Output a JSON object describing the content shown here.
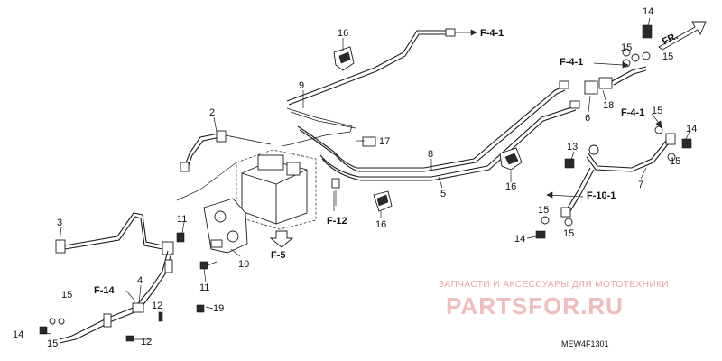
{
  "diagram": {
    "part_labels": {
      "p2": "2",
      "p3": "3",
      "p4": "4",
      "p5": "5",
      "p6": "6",
      "p7": "7",
      "p8": "8",
      "p9": "9",
      "p10": "10",
      "p11a": "11",
      "p11b": "11",
      "p12a": "12",
      "p12b": "12",
      "p13": "13",
      "p14a": "14",
      "p14b": "14",
      "p14c": "14",
      "p14d": "14",
      "p15a": "15",
      "p15b": "15",
      "p15c": "15",
      "p15d": "15",
      "p15e": "15",
      "p15f": "15",
      "p15g": "15",
      "p16a": "16",
      "p16b": "16",
      "p16c": "16",
      "p17": "17",
      "p18": "18",
      "p19": "19"
    },
    "refs": {
      "f41_top": "F-4-1",
      "f41_mid": "F-4-1",
      "f41_right": "F-4-1",
      "f101": "F-10-1",
      "f12": "F-12",
      "f5": "F-5",
      "f14": "F-14",
      "fr": "FR."
    },
    "watermark": {
      "line1": "ЗАПЧАСТИ И АКСЕССУАРЫ ДЛЯ МОТОТЕХНИКИ",
      "line2": "PARTSFOR.RU"
    },
    "drawing_code": "MEW4F1301"
  }
}
